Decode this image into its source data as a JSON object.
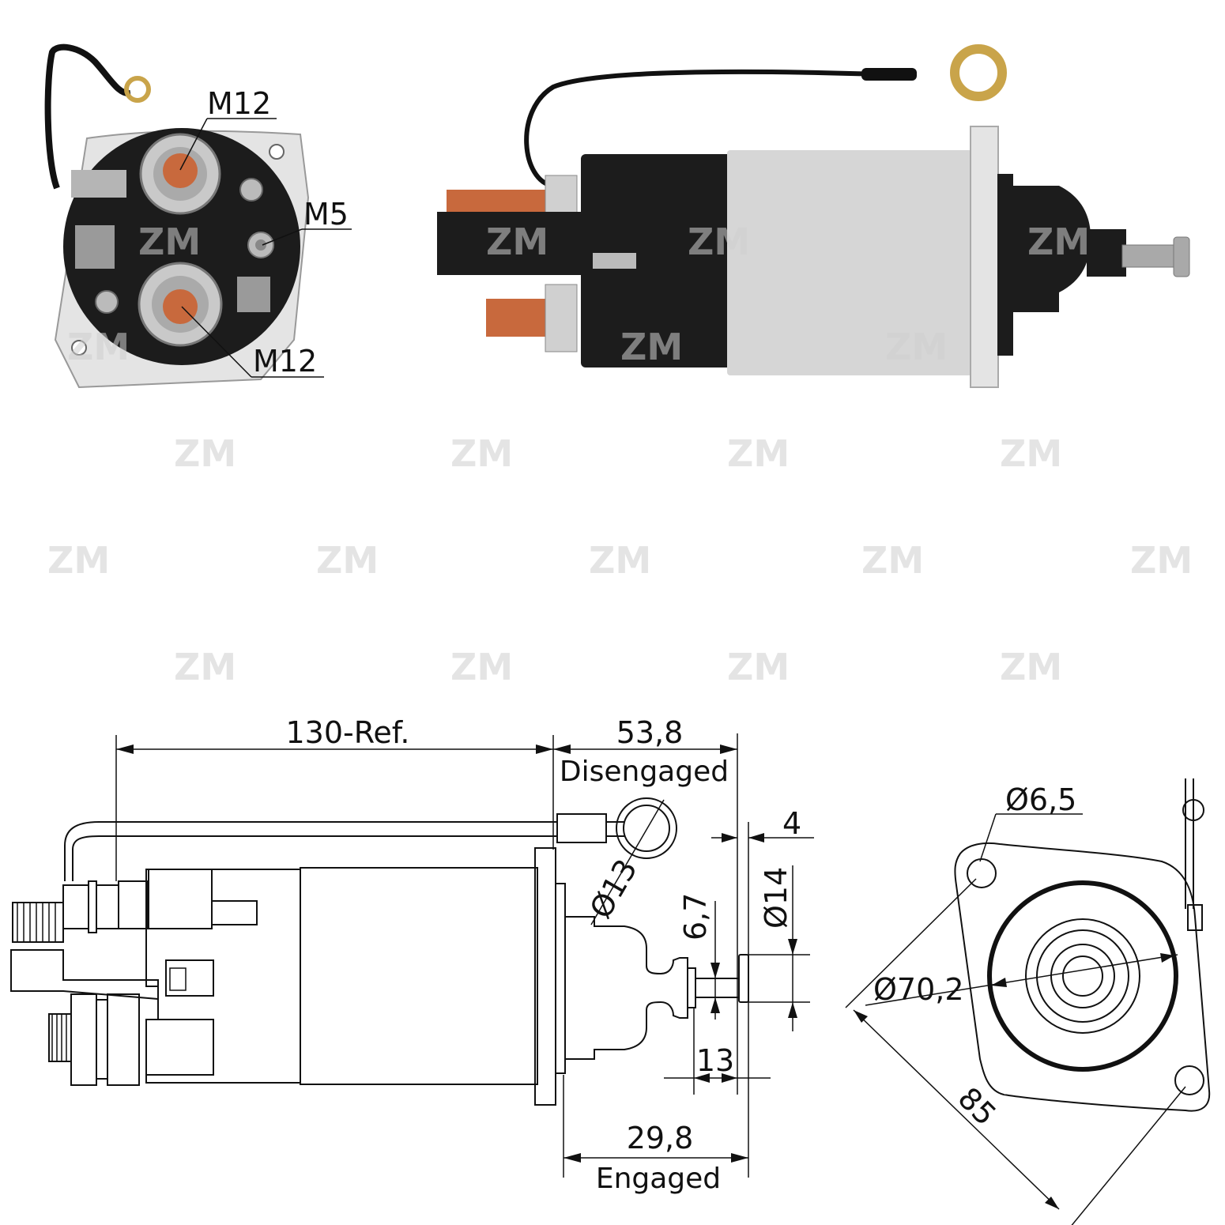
{
  "photo_labels": {
    "terminal_top": "M12",
    "terminal_small": "M5",
    "terminal_bottom": "M12"
  },
  "watermark": "ZM",
  "dimensions": {
    "length_ref": "130-Ref.",
    "disengaged_value": "53,8",
    "disengaged_label": "Disengaged",
    "ring_dia": "Ø13",
    "gap": "4",
    "shaft_dia": "Ø14",
    "pin_dia": "6,7",
    "pin_len": "13",
    "engaged_value": "29,8",
    "engaged_label": "Engaged",
    "hole_dia": "Ø6,5",
    "body_dia": "Ø70,2",
    "hole_spacing": "85"
  },
  "colors": {
    "copper": "#c8693d",
    "housing": "#d6d6d6",
    "cap": "#1c1c1c",
    "flange": "#e4e4e4",
    "steel": "#a9a9a9"
  }
}
